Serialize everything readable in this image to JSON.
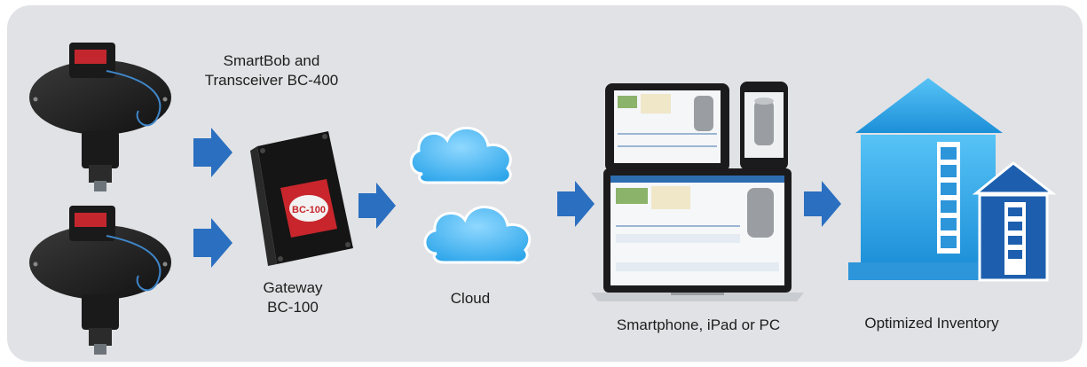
{
  "labels": {
    "smartbob_line1": "SmartBob and",
    "smartbob_line2": "Transceiver BC-400",
    "gateway_line1": "Gateway",
    "gateway_line2": "BC-100",
    "cloud": "Cloud",
    "devices": "Smartphone, iPad or PC",
    "inventory": "Optimized Inventory"
  },
  "gateway_badge": "BC-100",
  "colors": {
    "background": "#e1e2e5",
    "arrow": "#2a6fc0",
    "cloud": "#4fb8ef",
    "silo": "#2fa7e6",
    "silo_small": "#1d5fae",
    "device_frame": "#1b1b1d"
  },
  "icons": [
    "sensor-device-icon",
    "right-arrow-icon",
    "gateway-box-icon",
    "cloud-icon",
    "tablet-icon",
    "smartphone-icon",
    "laptop-icon",
    "silo-icon"
  ]
}
